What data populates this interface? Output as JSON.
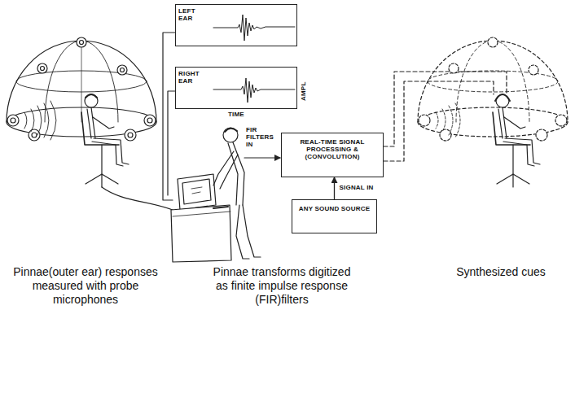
{
  "diagram": {
    "nodes": [
      {
        "text": [
          "LEFT EAR"
        ]
      },
      {
        "text": [
          "RIGHT EAR"
        ]
      },
      {
        "text": [
          "REAL-TIME SIGNAL PROCESSING & (CONVOLUTION)"
        ]
      },
      {
        "text": [
          "ANY SOUND SOURCE"
        ]
      }
    ],
    "edges": [
      {
        "from": 3,
        "to": 2,
        "arrow": "to",
        "label": "SIGNAL IN"
      }
    ],
    "labels": [
      "AMPL",
      "TIME",
      "FIR FILTERS IN",
      "Pinnae(outer ear) responses measured with probe microphones",
      "Pinnae transforms digitized as finite impulse response (FIR)filters",
      "Synthesized cues"
    ]
  }
}
